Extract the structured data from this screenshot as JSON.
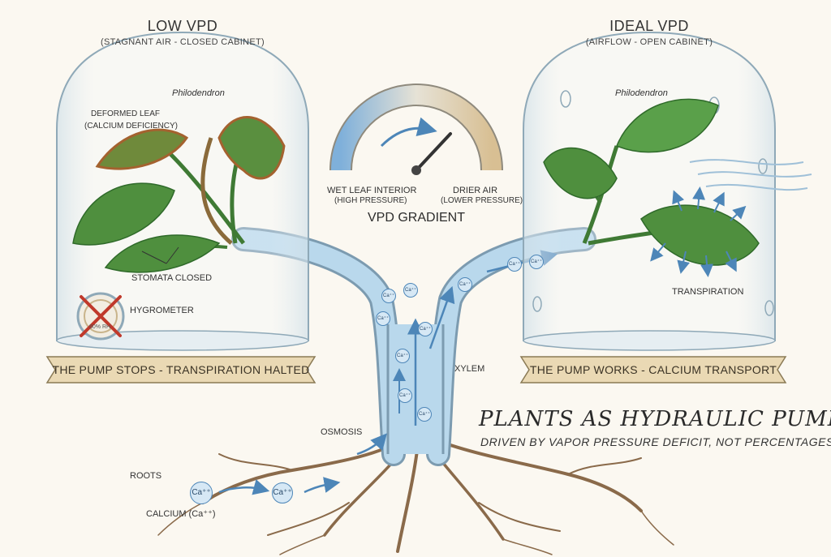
{
  "left_panel": {
    "heading": "LOW VPD",
    "subheading": "(STAGNANT AIR - CLOSED CABINET)",
    "plant_name": "Philodendron",
    "leaf_label_1": "DEFORMED LEAF",
    "leaf_label_2": "(CALCIUM DEFICIENCY)",
    "stomata_label": "STOMATA CLOSED",
    "hygrometer_label": "HYGROMETER",
    "hygrometer_reading": "80% RH",
    "banner": "THE PUMP STOPS - TRANSPIRATION HALTED"
  },
  "right_panel": {
    "heading": "IDEAL VPD",
    "subheading": "(AIRFLOW - OPEN CABINET)",
    "plant_name": "Philodendron",
    "transpiration_label": "TRANSPIRATION",
    "banner": "THE PUMP WORKS - CALCIUM TRANSPORT"
  },
  "gauge": {
    "left_label_1": "WET LEAF INTERIOR",
    "left_label_2": "(HIGH PRESSURE)",
    "right_label_1": "DRIER AIR",
    "right_label_2": "(LOWER PRESSURE)",
    "title": "VPD GRADIENT"
  },
  "stem": {
    "xylem_label": "XYLEM",
    "osmosis_label": "OSMOSIS",
    "roots_label": "ROOTS",
    "calcium_label": "CALCIUM (Ca⁺⁺)",
    "ion_label": "Ca⁺⁺"
  },
  "title": {
    "main": "PLANTS AS HYDRAULIC PUMPS:",
    "sub": "DRIVEN BY VAPOR PRESSURE DEFICIT, NOT PERCENTAGES"
  },
  "colors": {
    "glass": "#dfeaf0",
    "glass_edge": "#8fa9b8",
    "water": "#b9d8ec",
    "leaf": "#4f8f3e",
    "leaf_dark": "#2f6a2a",
    "root": "#8a6a4a",
    "banner": "#ead9b4",
    "arrow": "#4d86b8",
    "gauge_blue": "#7fb0da",
    "gauge_tan": "#d8bf93",
    "deficiency": "#a4622f",
    "cross": "#c0392b"
  }
}
